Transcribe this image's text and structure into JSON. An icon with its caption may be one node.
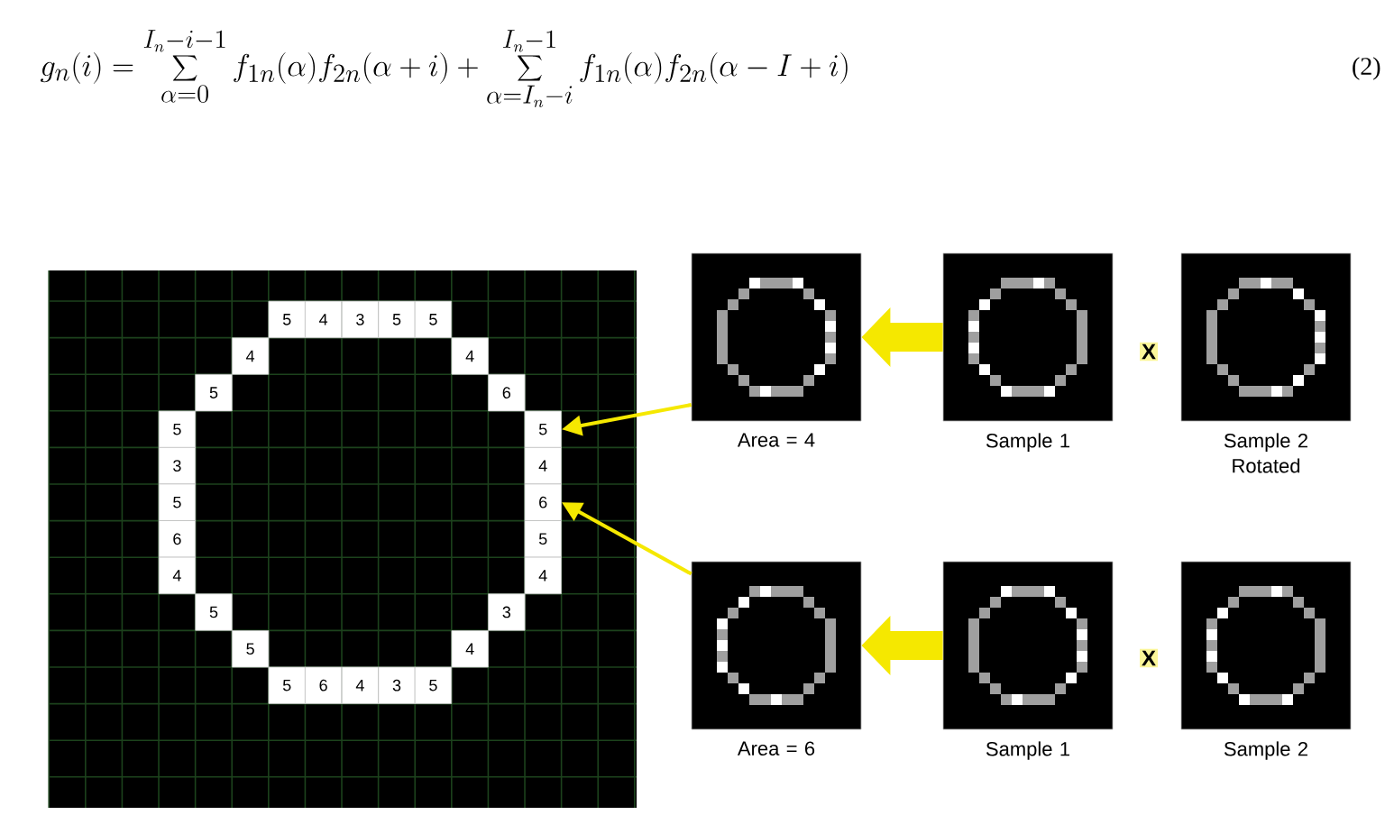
{
  "diagram": {
    "nodes": [
      {
        "text": [
          "Area = 4"
        ]
      },
      {
        "text": [
          "Sample 1"
        ]
      },
      {
        "text": [
          "Sample 2 Rotated"
        ]
      },
      {
        "text": [
          "Area = 6"
        ]
      },
      {
        "text": [
          "Sample 1"
        ]
      },
      {
        "text": [
          "Sample 2"
        ]
      },
      {
        "text": [
          "5"
        ]
      },
      {
        "text": [
          "4"
        ]
      },
      {
        "text": [
          "3"
        ]
      },
      {
        "text": [
          "5"
        ]
      },
      {
        "text": [
          "5"
        ]
      },
      {
        "text": [
          "4"
        ]
      },
      {
        "text": [
          "4"
        ]
      },
      {
        "text": [
          "5"
        ]
      },
      {
        "text": [
          "6"
        ]
      },
      {
        "text": [
          "5"
        ]
      },
      {
        "text": [
          "5"
        ]
      },
      {
        "text": [
          "3"
        ]
      },
      {
        "text": [
          "4"
        ]
      },
      {
        "text": [
          "5"
        ]
      },
      {
        "text": [
          "6"
        ]
      },
      {
        "text": [
          "6"
        ]
      },
      {
        "text": [
          "5"
        ]
      },
      {
        "text": [
          "4"
        ]
      },
      {
        "text": [
          "4"
        ]
      },
      {
        "text": [
          "5"
        ]
      },
      {
        "text": [
          "3"
        ]
      },
      {
        "text": [
          "5"
        ]
      },
      {
        "text": [
          "4"
        ]
      },
      {
        "text": [
          "5"
        ]
      },
      {
        "text": [
          "6"
        ]
      },
      {
        "text": [
          "4"
        ]
      },
      {
        "text": [
          "3"
        ]
      },
      {
        "text": [
          "5"
        ]
      }
    ],
    "edges": [
      {
        "from": 1,
        "to": 0,
        "arrow": "to",
        "style": "thick"
      },
      {
        "from": 4,
        "to": 3,
        "arrow": "to",
        "style": "thick"
      },
      {
        "from": 0,
        "to": 16,
        "arrow": "to"
      },
      {
        "from": 3,
        "to": 20,
        "arrow": "to"
      }
    ],
    "labels": [
      "g_n(i) = \\sum_{\\alpha=0}^{I_n-i-1} f_{1n}(\\alpha) f_{2n}(\\alpha+i) + \\sum_{\\alpha=I_n-i}^{I_n-1} f_{1n}(\\alpha) f_{2n}(\\alpha-I+i)",
      "(2)",
      "X",
      "X"
    ]
  }
}
